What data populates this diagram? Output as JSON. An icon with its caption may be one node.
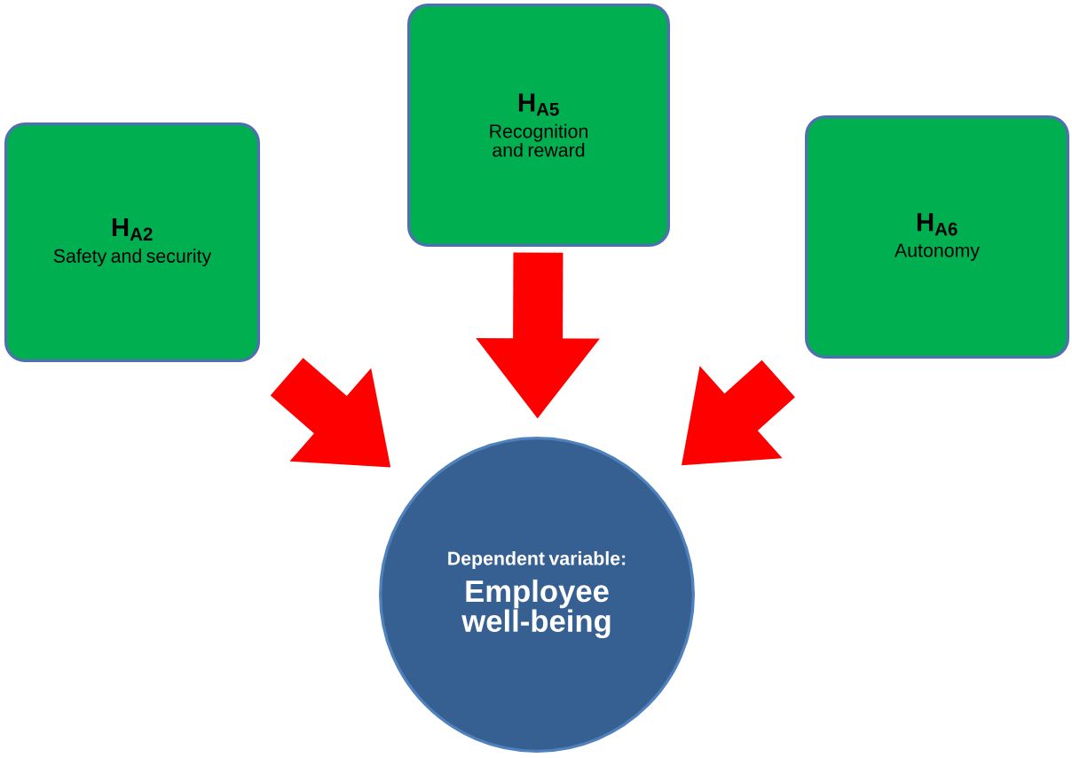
{
  "diagram": {
    "nodes": [
      {
        "text": [
          "H$_{A2}$",
          "Safety and security"
        ]
      },
      {
        "text": [
          "H$_{A5}$",
          "Recognition and reward"
        ]
      },
      {
        "text": [
          "H$_{A6}$",
          "Autonomy"
        ]
      },
      {
        "text": [
          "Dependent variable:",
          "Employee well-being"
        ]
      }
    ],
    "edges": [
      {
        "from": 0,
        "to": 3,
        "arrow": "to"
      },
      {
        "from": 1,
        "to": 3,
        "arrow": "to"
      },
      {
        "from": 2,
        "to": 3,
        "arrow": "to"
      }
    ]
  }
}
